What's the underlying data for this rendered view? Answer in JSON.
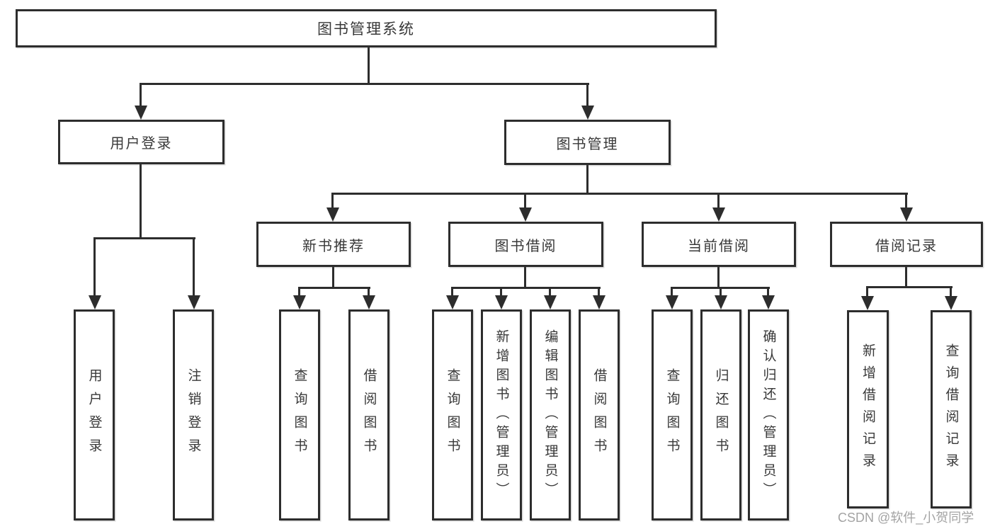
{
  "diagram": {
    "type": "tree-diagram",
    "root": {
      "label": "图书管理系统"
    },
    "level2": [
      {
        "label": "用户登录"
      },
      {
        "label": "图书管理"
      }
    ],
    "level3": [
      {
        "label": "新书推荐",
        "parent": "图书管理"
      },
      {
        "label": "图书借阅",
        "parent": "图书管理"
      },
      {
        "label": "当前借阅",
        "parent": "图书管理"
      },
      {
        "label": "借阅记录",
        "parent": "图书管理"
      }
    ],
    "leaves": [
      {
        "label": "用户登录",
        "parent": "用户登录"
      },
      {
        "label": "注销登录",
        "parent": "用户登录"
      },
      {
        "label": "查询图书",
        "parent": "新书推荐"
      },
      {
        "label": "借阅图书",
        "parent": "新书推荐"
      },
      {
        "label": "查询图书",
        "parent": "图书借阅"
      },
      {
        "label": "新增图书（管理员）",
        "parent": "图书借阅"
      },
      {
        "label": "编辑图书（管理员）",
        "parent": "图书借阅"
      },
      {
        "label": "借阅图书",
        "parent": "图书借阅"
      },
      {
        "label": "查询图书",
        "parent": "当前借阅"
      },
      {
        "label": "归还图书",
        "parent": "当前借阅"
      },
      {
        "label": "确认归还（管理员）",
        "parent": "当前借阅"
      },
      {
        "label": "新增借阅记录",
        "parent": "借阅记录"
      },
      {
        "label": "查询借阅记录",
        "parent": "借阅记录"
      }
    ],
    "watermark": "CSDN @软件_小贺同学",
    "colors": {
      "line": "#2d2d2d",
      "text": "#383838",
      "watermark": "#9c9c9c",
      "background": "#ffffff"
    }
  }
}
